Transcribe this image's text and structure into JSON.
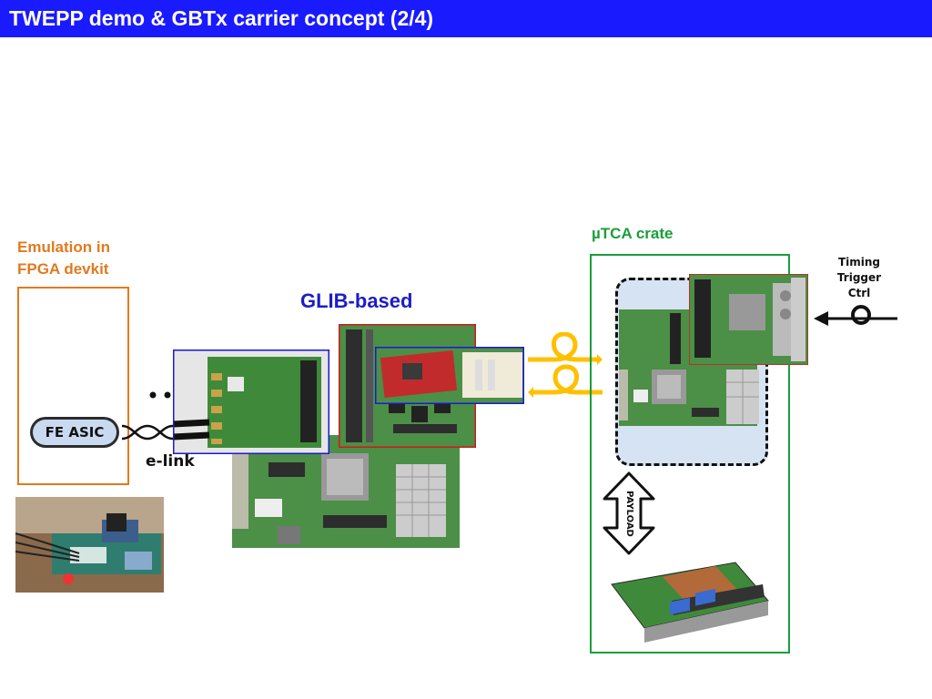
{
  "header": {
    "title": "TWEPP demo & GBTx carrier concept (2/4)"
  },
  "labels": {
    "emulation_line1": "Emulation in",
    "emulation_line2": "FPGA devkit",
    "fe_asic": "FE ASIC",
    "elink": "e-link",
    "glib": "GLIB-based",
    "mutca_prefix": "µ",
    "mutca_suffix": "TCA crate",
    "timing_line1": "Timing",
    "timing_line2": "Trigger",
    "timing_line3": "Ctrl",
    "payload": "PAYLOAD"
  },
  "colors": {
    "title_bar": "#1a1aff",
    "emulation": "#e07a1f",
    "glib": "#1c1cc9",
    "crate": "#1a9e3a",
    "fiber": "#ffc000",
    "fe_asic_fill": "#c9d9f0",
    "mch_bg": "#d6e3f2"
  },
  "icons": {
    "fiber_loops": "fiber-loop-icon",
    "timing_connector": "coax-connector-icon",
    "payload_arrow": "double-arrow-icon"
  }
}
